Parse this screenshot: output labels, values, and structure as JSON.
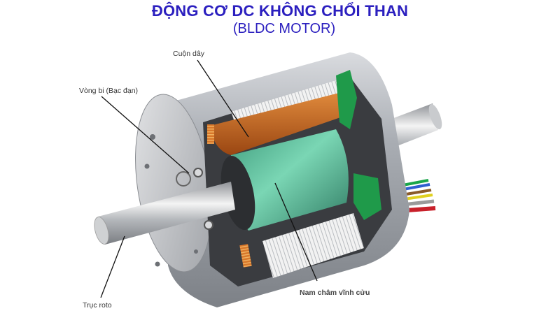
{
  "title": {
    "main": "ĐỘNG CƠ DC KHÔNG CHỔI THAN",
    "sub": "(BLDC MOTOR)",
    "color": "#2b1fbf"
  },
  "labels": {
    "coil": "Cuộn dây",
    "bearing": "Vòng bi (Bạc đạn)",
    "shaft": "Trục roto",
    "magnet": "Nam châm vĩnh cửu"
  },
  "parts": [
    {
      "name": "stator-coil",
      "label": "Cuộn dây",
      "color": "#c8601e"
    },
    {
      "name": "bearing",
      "label": "Vòng bi (Bạc đạn)",
      "color": "#9a9a9a"
    },
    {
      "name": "rotor-shaft",
      "label": "Trục roto",
      "color": "#b8b8b8"
    },
    {
      "name": "permanent-magnet",
      "label": "Nam châm vĩnh cửu",
      "color": "#4fae8e"
    }
  ],
  "wires": [
    "#1aa64a",
    "#2f5fd0",
    "#8a5a2a",
    "#e0d020",
    "#9a9a9a",
    "#c8202a"
  ]
}
